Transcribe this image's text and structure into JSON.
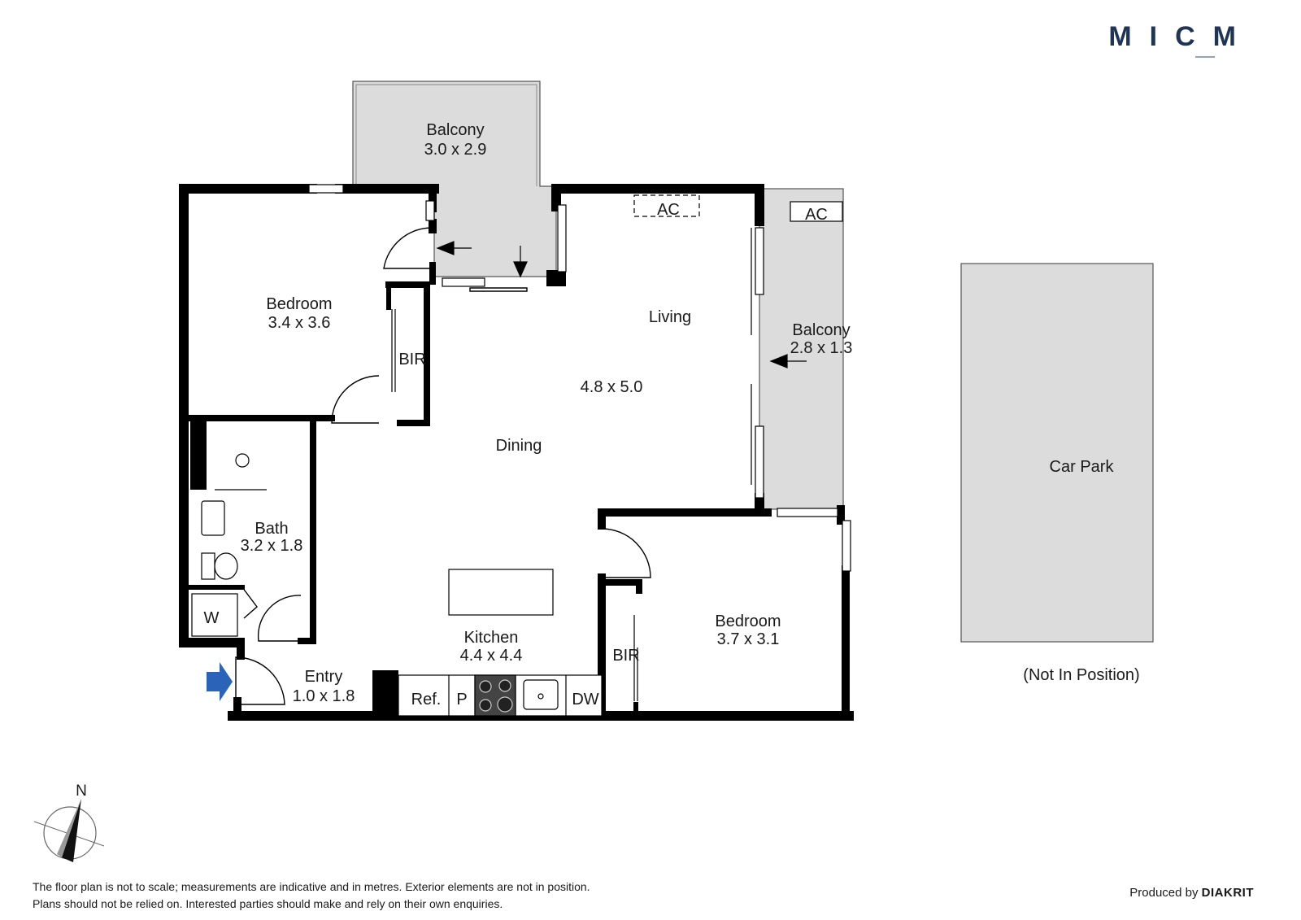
{
  "brand": {
    "logo_text": "MICM"
  },
  "rooms": {
    "balcony_top": {
      "name": "Balcony",
      "size": "3.0 x 2.9"
    },
    "bedroom_1": {
      "name": "Bedroom",
      "size": "3.4 x 3.6"
    },
    "bir_1": {
      "name": "BIR"
    },
    "living": {
      "name": "Living",
      "size": "4.8 x 5.0"
    },
    "dining": {
      "name": "Dining"
    },
    "ac_living": {
      "name": "AC"
    },
    "ac_balcony": {
      "name": "AC"
    },
    "balcony_side": {
      "name": "Balcony",
      "size": "2.8 x 1.3"
    },
    "bath": {
      "name": "Bath",
      "size": "3.2 x 1.8"
    },
    "laundry": {
      "name": "W"
    },
    "entry": {
      "name": "Entry",
      "size": "1.0 x 1.8"
    },
    "kitchen": {
      "name": "Kitchen",
      "size": "4.4 x 4.4"
    },
    "bedroom_2": {
      "name": "Bedroom",
      "size": "3.7 x 3.1"
    },
    "bir_2": {
      "name": "BIR"
    },
    "car_park": {
      "name": "Car Park",
      "note": "(Not In Position)"
    }
  },
  "appliances": {
    "fridge": "Ref.",
    "pantry": "P",
    "dishwasher": "DW"
  },
  "compass": {
    "north": "N"
  },
  "disclaimer": [
    "The floor plan is not to scale; measurements are indicative and in metres. Exterior elements are not in position.",
    "Plans should not be relied on. Interested parties should make and rely on their own enquiries."
  ],
  "credit": {
    "prefix": "Produced by",
    "company": "DIAKRIT"
  },
  "colors": {
    "wall": "#000000",
    "outdoor_fill": "#dcdcdc",
    "entry_arrow": "#2a63b8",
    "brand": "#1f3556"
  }
}
